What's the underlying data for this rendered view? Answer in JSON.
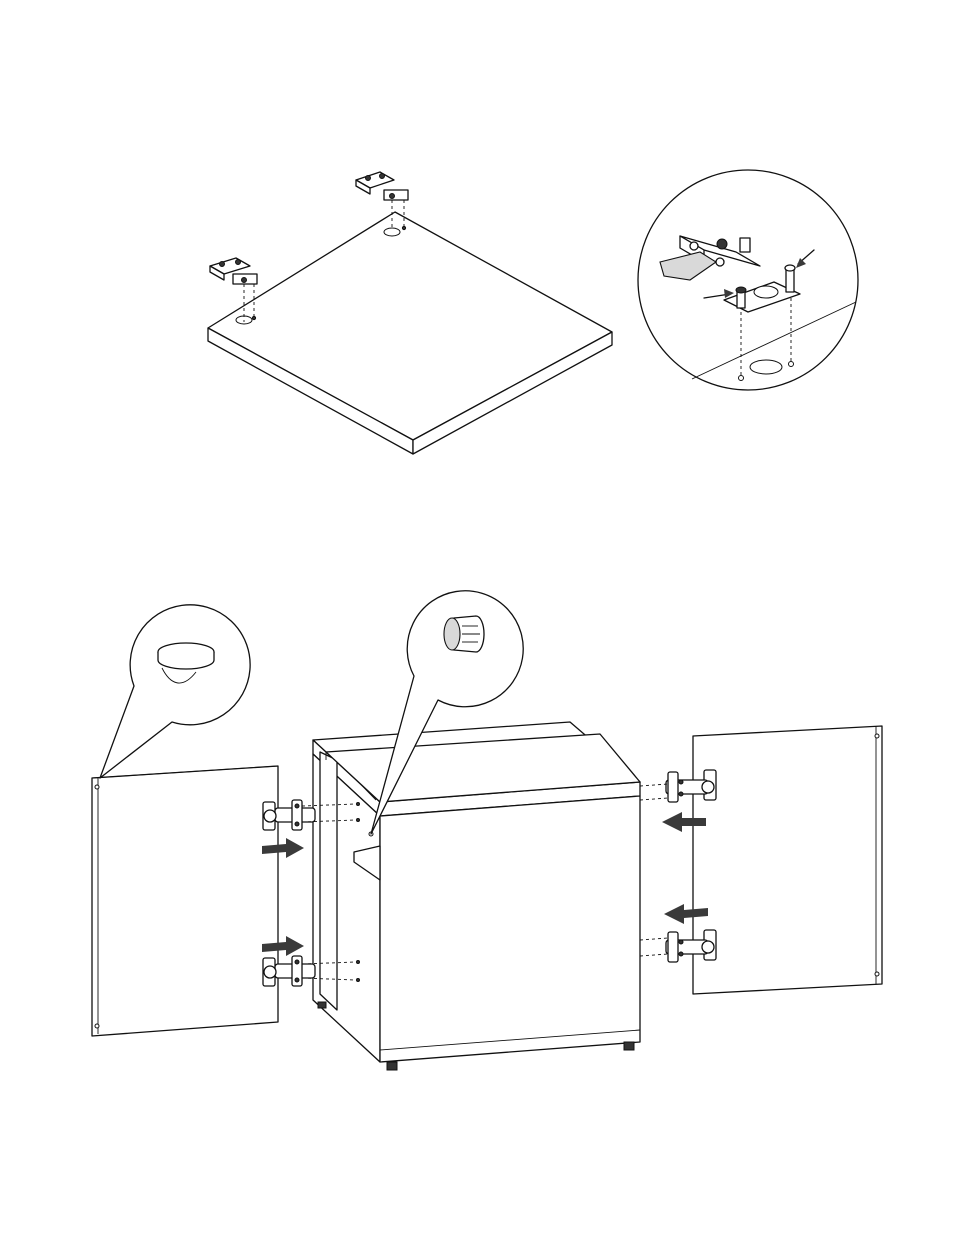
{
  "figure": {
    "background": "#ffffff",
    "line_color": "#111111",
    "arrow_color": "#3a3a3a",
    "step_top": {
      "parts": [
        "top-panel",
        "hinge-plate-left",
        "hinge-plate-right"
      ],
      "detail": "zoom-circle-hinge-plate"
    },
    "step_bottom": {
      "parts": [
        "cabinet-body",
        "door-left",
        "door-right",
        "hinge-left-upper",
        "hinge-left-lower",
        "hinge-right-upper",
        "hinge-right-lower"
      ],
      "details": [
        "zoom-circle-bumper-pad",
        "zoom-circle-shelf-pin"
      ],
      "arrows": 4
    }
  }
}
